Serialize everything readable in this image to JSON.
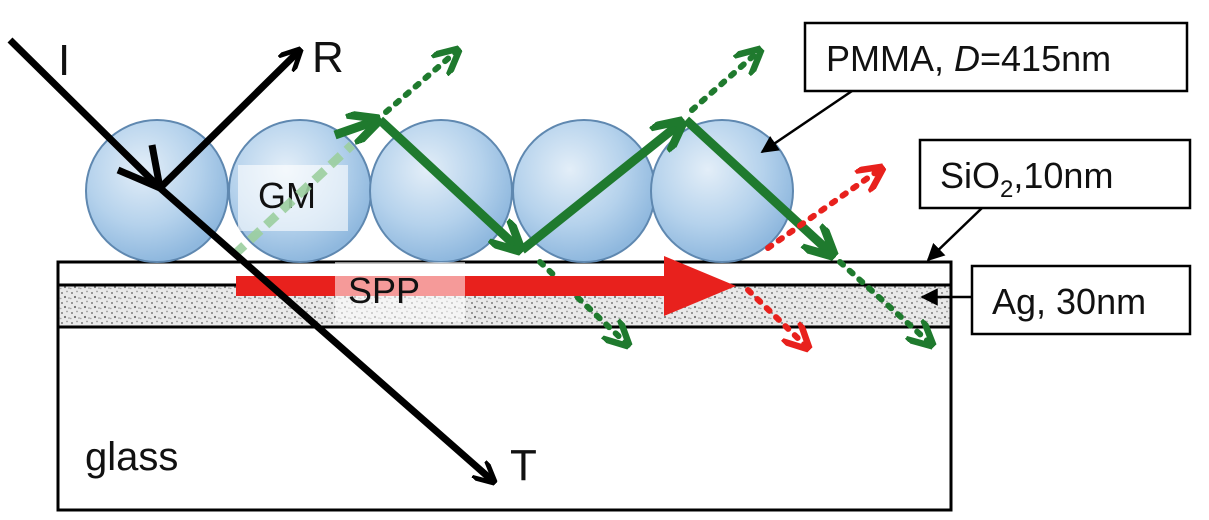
{
  "labels": {
    "incident": "I",
    "reflected": "R",
    "transmitted": "T",
    "guided_mode": "GM",
    "surface_plasmon": "SPP",
    "substrate": "glass"
  },
  "callouts": {
    "pmma_prefix": "PMMA, ",
    "pmma_diameter_symbol": "D",
    "pmma_diameter_value": "=415nm",
    "sio2_base": "SiO",
    "sio2_subscript": "2",
    "sio2_thickness": ",10nm",
    "ag": "Ag, 30nm"
  },
  "colors": {
    "guided_arrow": "#1f7a2e",
    "spp_arrow": "#e8211d",
    "sphere_fill": "#a9cbe8",
    "metal_speckle": "#8c8c8c",
    "outline": "#000000"
  }
}
